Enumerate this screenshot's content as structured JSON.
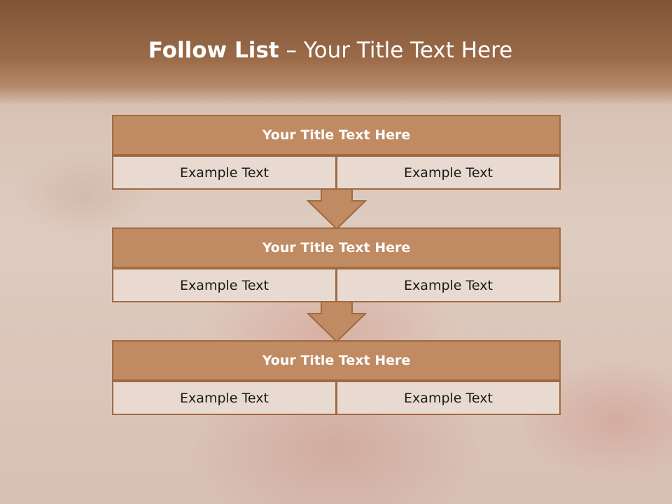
{
  "slide": {
    "title_bold": "Follow List",
    "title_rest": " – Your Title Text Here"
  },
  "steps": [
    {
      "title": "Your Title Text Here",
      "left": "Example Text",
      "right": "Example Text"
    },
    {
      "title": "Your Title Text Here",
      "left": "Example Text",
      "right": "Example Text"
    },
    {
      "title": "Your Title Text Here",
      "left": "Example Text",
      "right": "Example Text"
    }
  ],
  "colors": {
    "header_brown": "#8a5c3c",
    "box_title_fill": "#c08a62",
    "box_border": "#a06a42",
    "cell_fill": "#e8dad0",
    "arrow_fill": "#c08a62"
  }
}
